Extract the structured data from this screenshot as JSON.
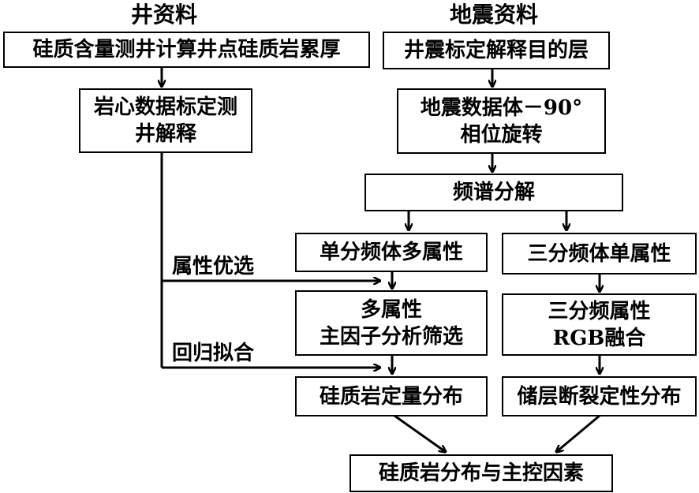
{
  "headers": {
    "well": "井资料",
    "seismic": "地震资料"
  },
  "nodes": {
    "well_calc": "硅质含量测井计算井点硅质岩累厚",
    "core_calib_line1": "岩心数据标定测",
    "core_calib_line2": "井解释",
    "seis_calib": "井震标定解释目的层",
    "seis_rotate_line1": "地震数据体－90°",
    "seis_rotate_line2": "相位旋转",
    "spectral": "频谱分解",
    "single_multi": "单分频体多属性",
    "three_single": "三分频体单属性",
    "multi_attr_line1": "多属性",
    "multi_attr_line2": "主因子分析筛选",
    "rgb_line1": "三分频属性",
    "rgb_line2": "RGB融合",
    "silicic_quant": "硅质岩定量分布",
    "reservoir_fault": "储层断裂定性分布",
    "final": "硅质岩分布与主控因素"
  },
  "edge_labels": {
    "attr_select": "属性优选",
    "regression": "回归拟合"
  }
}
